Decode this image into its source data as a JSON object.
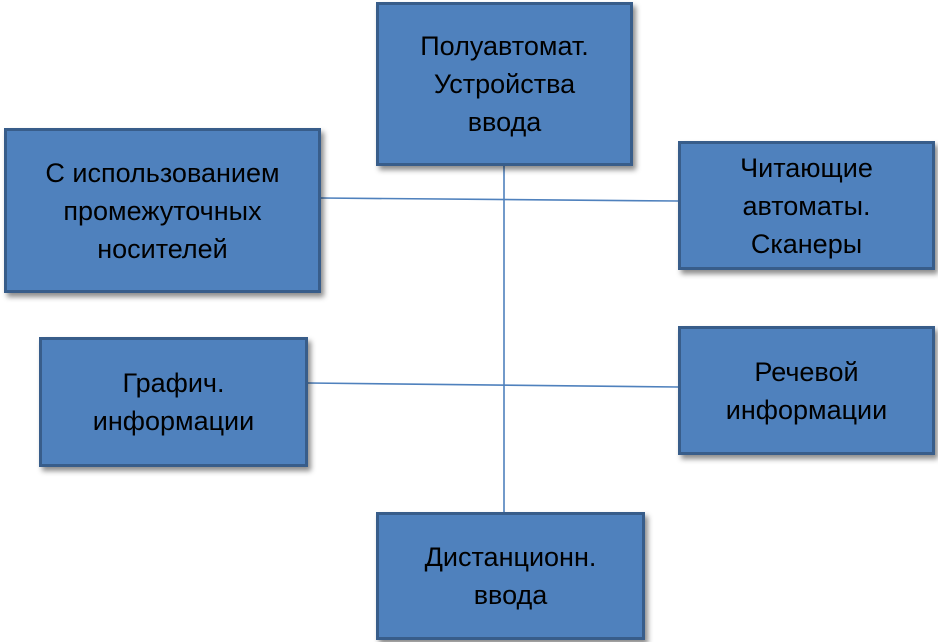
{
  "diagram": {
    "nodes": {
      "top": "Полуавтомат.\nУстройства\nввода",
      "left_upper": "С использованием\nпромежуточных\nносителей",
      "right_upper": "Читающие\nавтоматы.\nСканеры",
      "left_lower": "Графич.\nинформации",
      "right_lower": "Речевой\nинформации",
      "bottom": "Дистанционн.\nввода"
    },
    "colors": {
      "box_fill": "#4f81bd",
      "box_border": "#385d8a",
      "connector": "#4f81bd",
      "text": "#000000"
    }
  }
}
